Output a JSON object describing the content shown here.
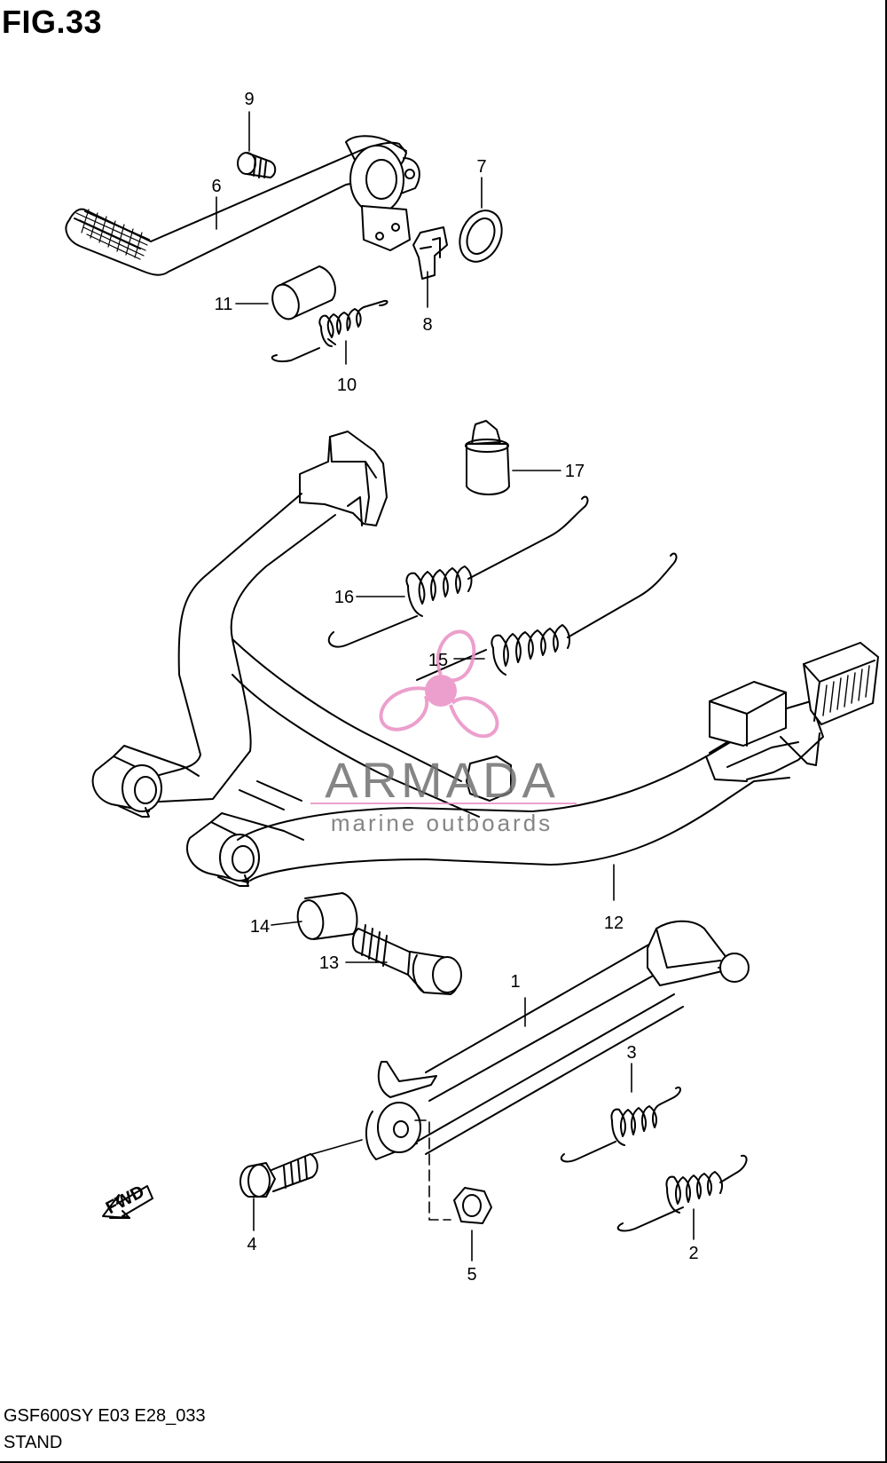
{
  "figure": {
    "title": "FIG.33"
  },
  "callouts": [
    "1",
    "2",
    "3",
    "4",
    "5",
    "6",
    "7",
    "8",
    "9",
    "10",
    "11",
    "12",
    "13",
    "14",
    "15",
    "16",
    "17"
  ],
  "watermark": {
    "name": "ARMADA",
    "tagline": "marine outboards",
    "accent_color": "#e98fc4",
    "text_color": "#707070"
  },
  "arrow": {
    "label": "FWD",
    "icon": "fwd-arrow-icon"
  },
  "footer": {
    "code": "GSF600SY E03 E28_033",
    "name": "STAND"
  }
}
